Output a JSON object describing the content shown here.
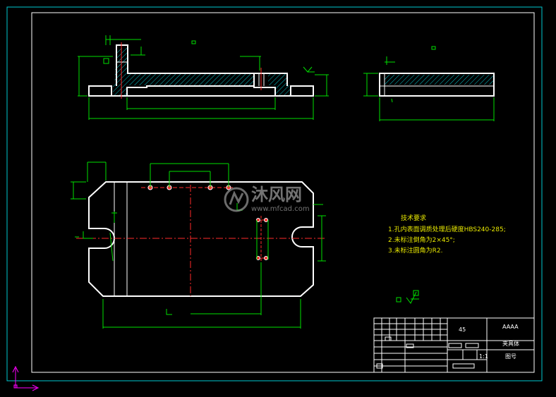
{
  "tech_requirements": {
    "title": "技术要求",
    "items": [
      "1.孔内表面调质处理后硬度HBS240-285;",
      "2.未标注倒角为2×45°;",
      "3.未标注圆角为R2."
    ]
  },
  "title_block": {
    "material": "45",
    "code": "AAAA",
    "part_name": "夹具体",
    "scale": "1:1",
    "sheet": "图号"
  },
  "watermark": {
    "brand": "沐风网",
    "url": "www.mfcad.com"
  },
  "colors": {
    "background": "#000000",
    "outline": "#ffffff",
    "dimension": "#00e000",
    "frame": "#00c8d0",
    "centerline": "#ff2a2a",
    "ucs": "#ff00ff",
    "text": "#e8e800"
  }
}
